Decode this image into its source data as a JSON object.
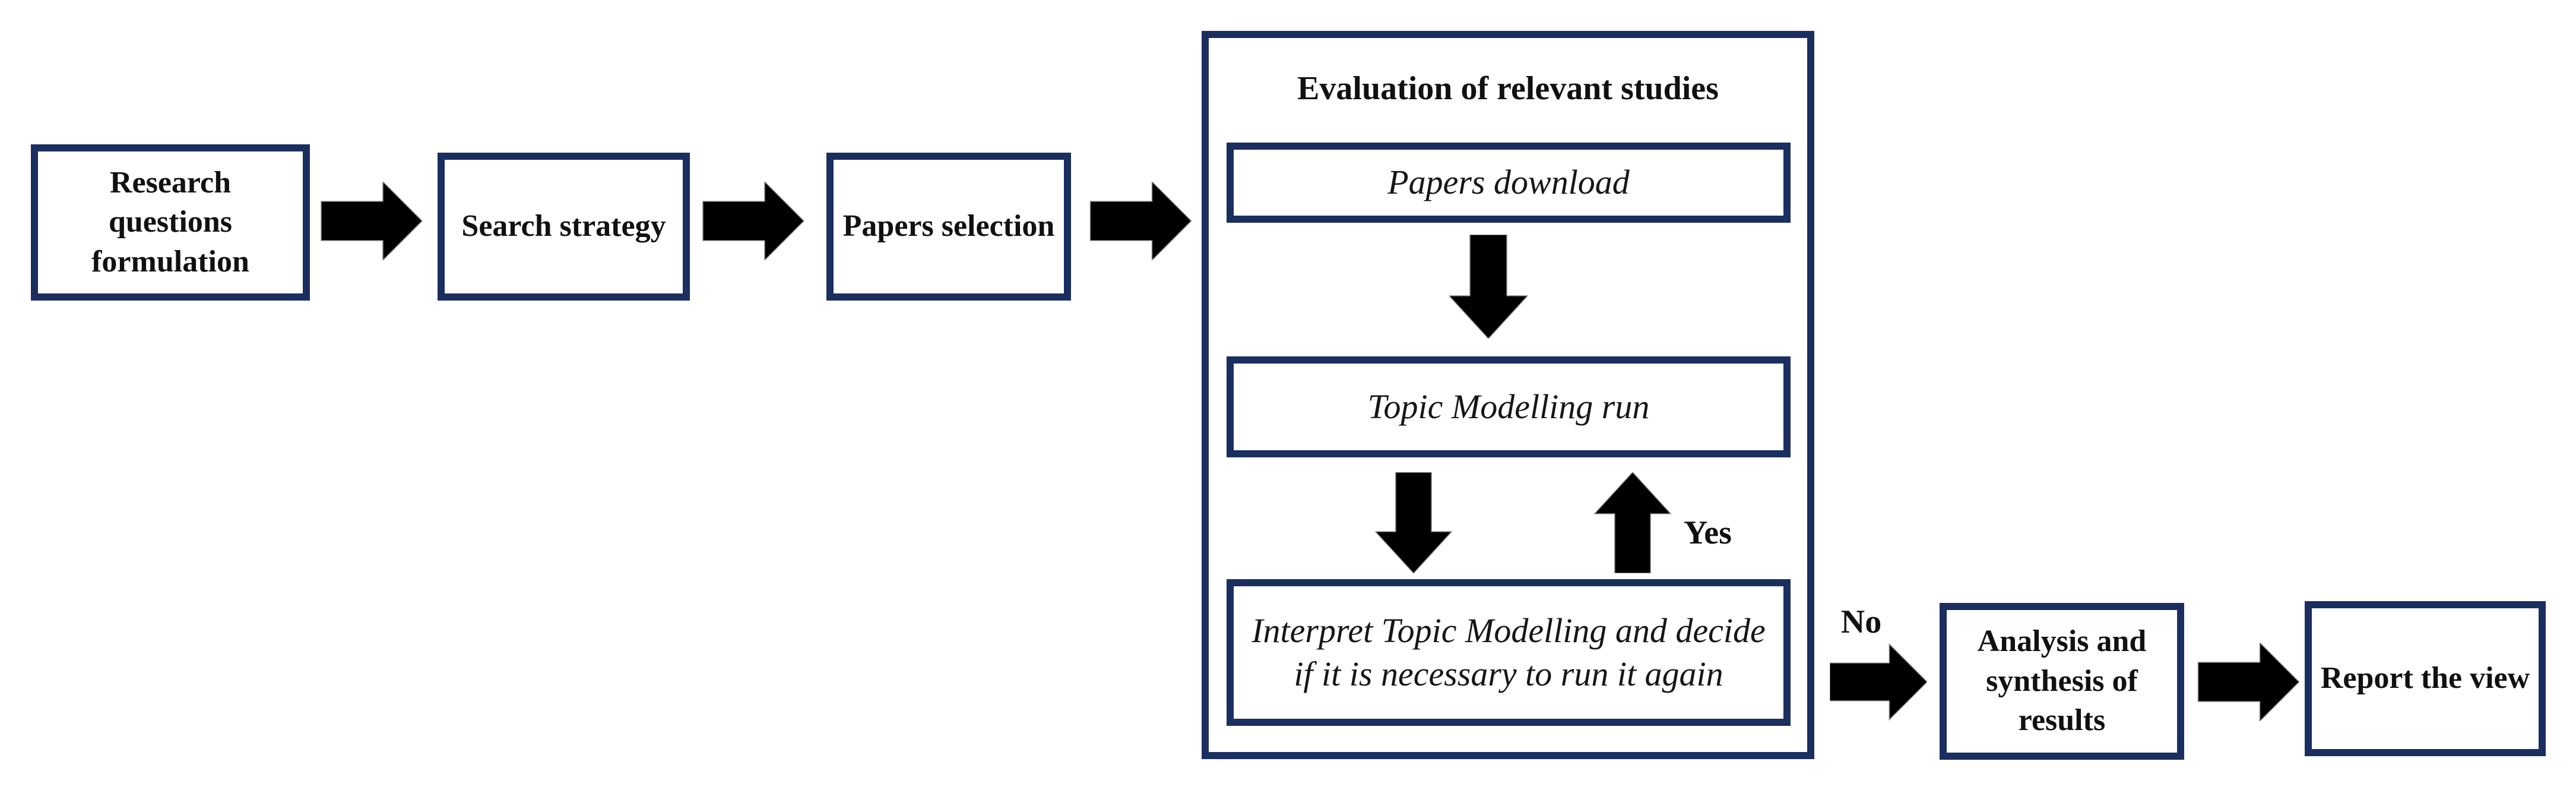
{
  "theme": {
    "accent_color": "#1B2E60",
    "arrow_color": "#000000",
    "text_color": "#111111",
    "background_color": "#FFFFFF"
  },
  "flow": {
    "step1_label": "Research questions formulation",
    "step2_label": "Search strategy",
    "step3_label": "Papers selection",
    "analysis_label": "Analysis and synthesis of results",
    "report_label": "Report the view"
  },
  "evaluation": {
    "title": "Evaluation of relevant studies",
    "step_download": "Papers download",
    "step_topic_run": "Topic Modelling run",
    "step_interpret": "Interpret Topic Modelling and decide if it is necessary to run it again"
  },
  "branch_labels": {
    "yes": "Yes",
    "no": "No"
  }
}
